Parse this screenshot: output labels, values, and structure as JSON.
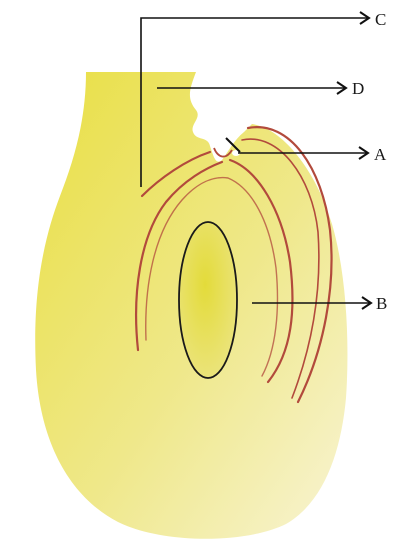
{
  "labels": {
    "a": "A",
    "b": "B",
    "c": "C",
    "d": "D"
  },
  "colors": {
    "tissue_fill": "#eee66a",
    "tissue_light": "#f7f2c2",
    "outline_red": "#b24a3c",
    "outline_dark": "#1a1a1a",
    "pointer": "#111111"
  }
}
